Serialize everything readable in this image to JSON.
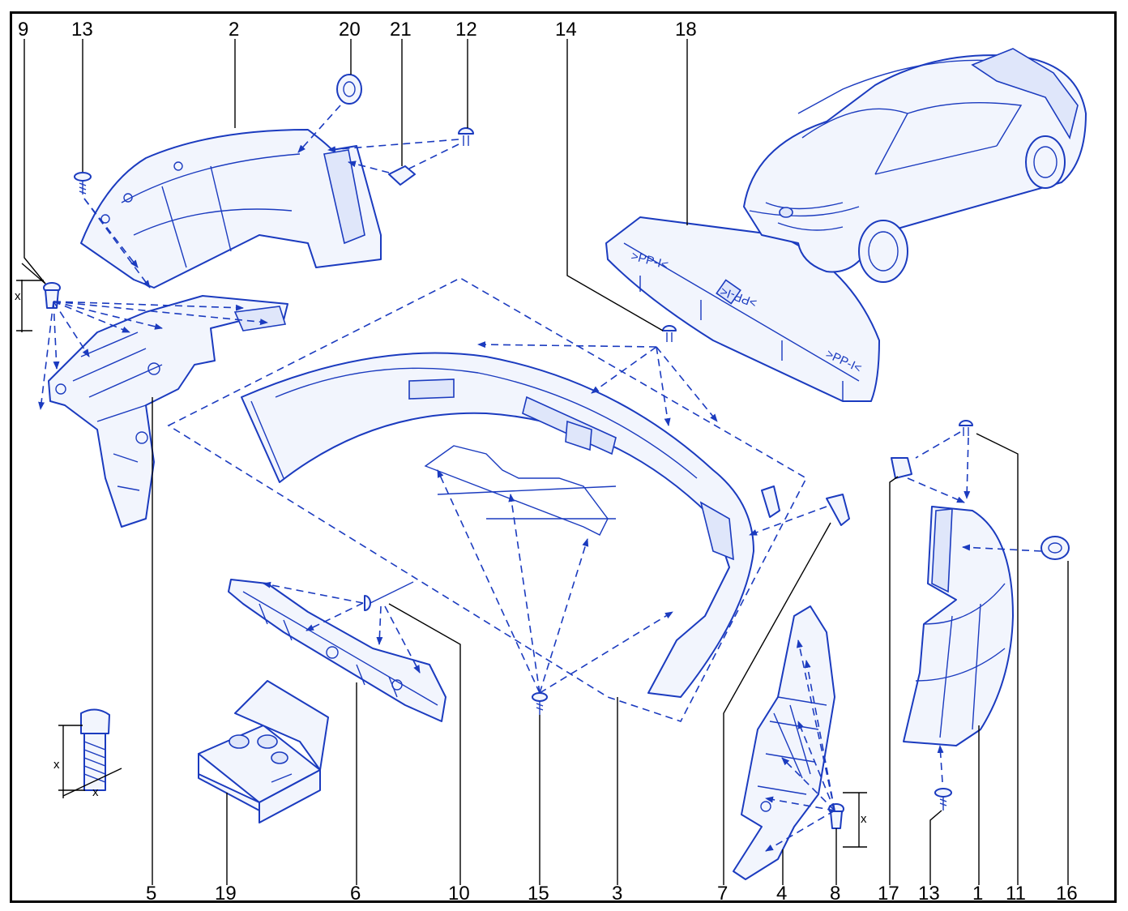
{
  "callouts": {
    "c9": "9",
    "c13a": "13",
    "c2": "2",
    "c20": "20",
    "c21": "21",
    "c12": "12",
    "c14": "14",
    "c18": "18",
    "c5": "5",
    "c19": "19",
    "c6": "6",
    "c10": "10",
    "c15": "15",
    "c3": "3",
    "c7": "7",
    "c4": "4",
    "c8": "8",
    "c17": "17",
    "c13b": "13",
    "c1": "1",
    "c11": "11",
    "c16": "16"
  },
  "dimension_labels": {
    "x": "x"
  },
  "label_18_text": ">PP-I<",
  "colors": {
    "line": "#1b3bbf",
    "fill": "#f2f5fd",
    "frame": "#000000"
  }
}
